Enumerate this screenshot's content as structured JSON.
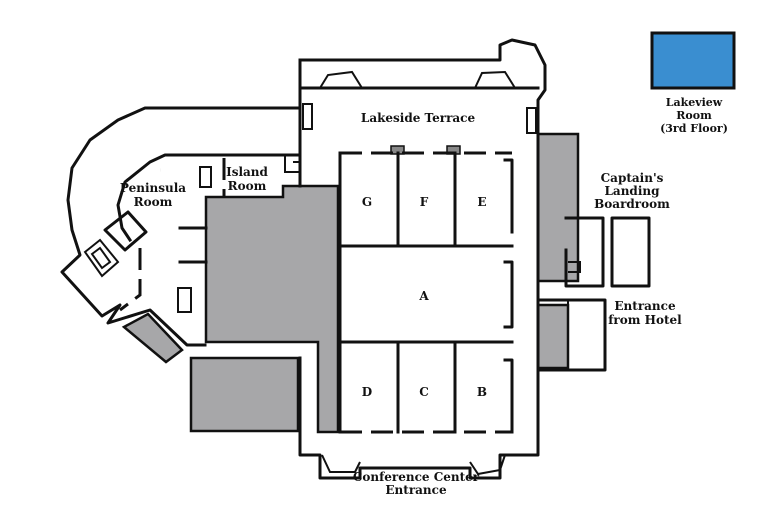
{
  "colors": {
    "service_fill": "#a7a7a9",
    "wall": "#111111",
    "lakeview_fill": "#3a8ed0",
    "background": "#ffffff"
  },
  "rooms": {
    "lakeside_terrace": "Lakeside Terrace",
    "island_room": [
      "Island",
      "Room"
    ],
    "peninsula_room": [
      "Peninsula",
      "Room"
    ],
    "captains_landing": [
      "Captain's",
      "Landing",
      "Boardroom"
    ],
    "entrance_hotel": [
      "Entrance",
      "from Hotel"
    ],
    "conference_entrance": [
      "Conference Center",
      "Entrance"
    ],
    "lakeview_room": [
      "Lakeview",
      "Room",
      "(3rd Floor)"
    ],
    "ballroom_sections": {
      "g": "G",
      "f": "F",
      "e": "E",
      "a": "A",
      "d": "D",
      "c": "C",
      "b": "B"
    }
  }
}
